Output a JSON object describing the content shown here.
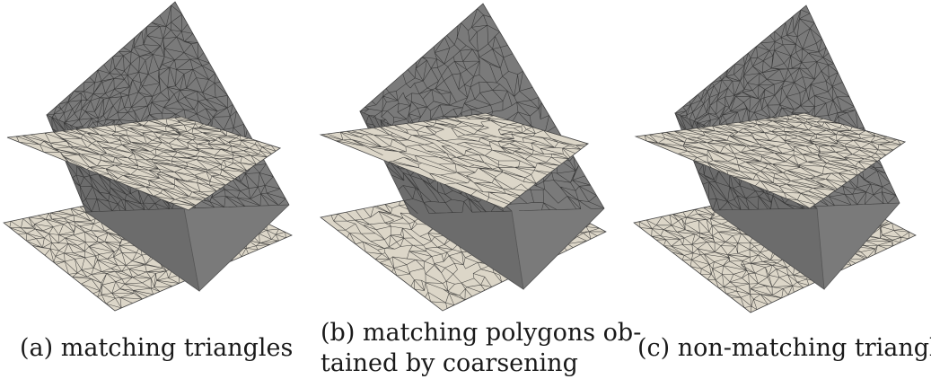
{
  "colors": {
    "plane_fill": "#dcd6c8",
    "wedge_fill": "#7a7a7a",
    "wedge_dark": "#6c6c6c",
    "mesh_line": "#2b2b2b"
  },
  "panels": [
    {
      "id": "a",
      "caption_lines": [
        "(a) matching triangles"
      ],
      "mesh": "triangles",
      "seed": 11
    },
    {
      "id": "b",
      "caption_lines": [
        "(b) matching polygons ob-",
        "tained by coarsening"
      ],
      "mesh": "polygons",
      "seed": 23
    },
    {
      "id": "c",
      "caption_lines": [
        "(c) non-matching triangles"
      ],
      "mesh": "triangles",
      "seed": 37
    }
  ]
}
